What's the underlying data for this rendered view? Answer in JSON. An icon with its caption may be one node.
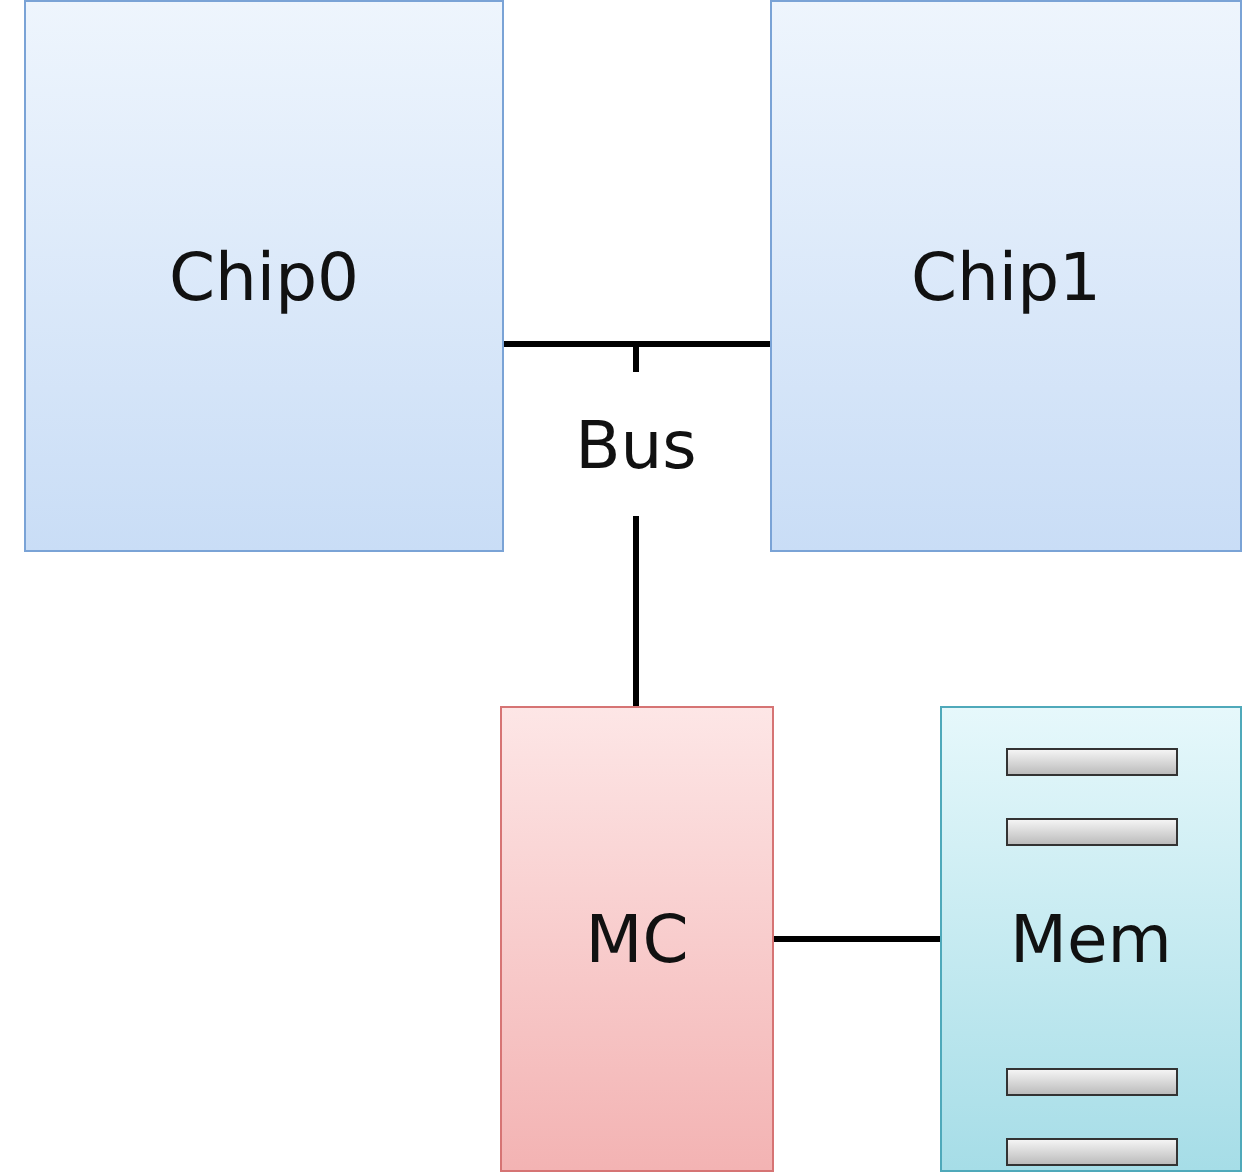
{
  "diagram": {
    "nodes": [
      {
        "text": [
          "Chip0"
        ]
      },
      {
        "text": [
          "Chip1"
        ]
      },
      {
        "text": [
          "Bus"
        ]
      },
      {
        "text": [
          "MC"
        ]
      },
      {
        "text": [
          "Mem"
        ]
      }
    ],
    "edges": [
      {
        "from": 0,
        "to": 2,
        "arrow": "none"
      },
      {
        "from": 1,
        "to": 2,
        "arrow": "none"
      },
      {
        "from": 2,
        "to": 3,
        "arrow": "none"
      },
      {
        "from": 3,
        "to": 4,
        "arrow": "none"
      }
    ]
  }
}
